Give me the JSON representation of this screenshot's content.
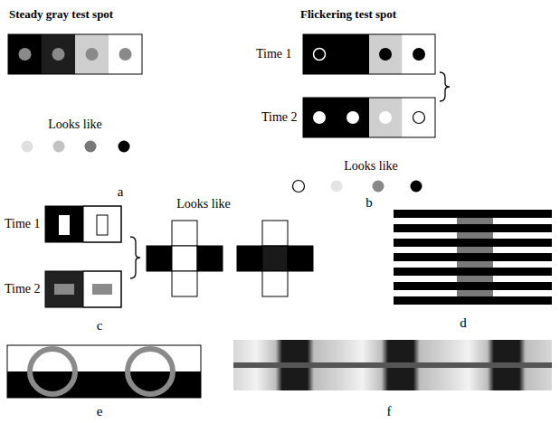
{
  "diagram": {
    "labels": [
      "Steady gray test spot",
      "Flickering test spot",
      "Time 1",
      "Looks like",
      "Time 2",
      "Looks like",
      "a",
      "b",
      "Time 1",
      "Time 2",
      "Looks like",
      "c",
      "d",
      "e",
      "f"
    ]
  }
}
